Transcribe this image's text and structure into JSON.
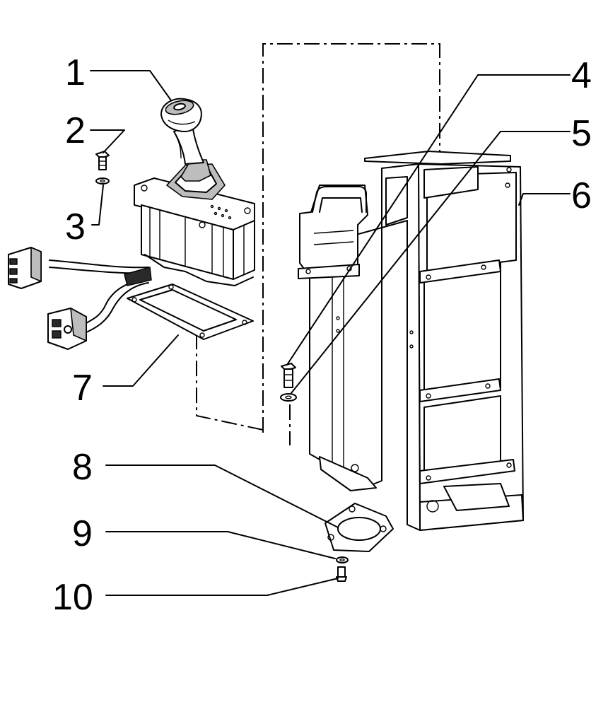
{
  "callouts": {
    "c1": "1",
    "c2": "2",
    "c3": "3",
    "c4": "4",
    "c5": "5",
    "c6": "6",
    "c7": "7",
    "c8": "8",
    "c9": "9",
    "c10": "10"
  },
  "colors": {
    "line": "#000000",
    "background": "#ffffff",
    "shade": "#bdbdbd"
  }
}
